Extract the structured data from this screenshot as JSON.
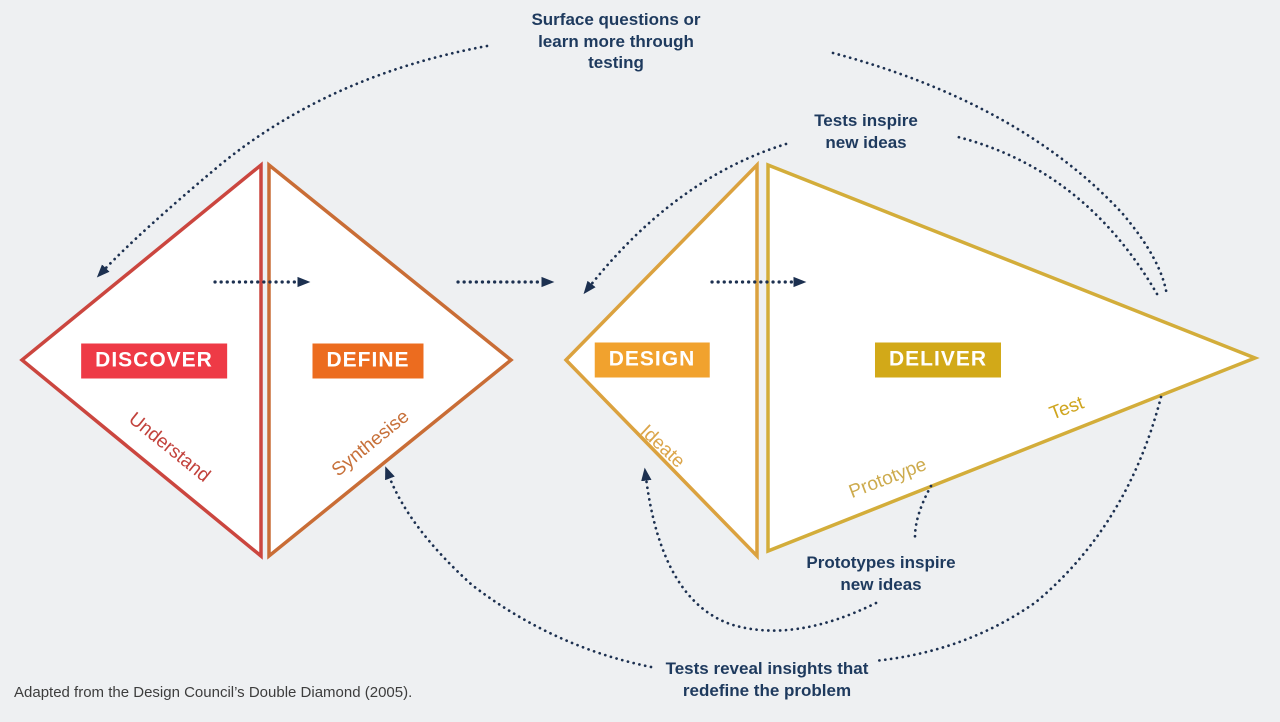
{
  "background_color": "#eef0f2",
  "arrow_color": "#1c3050",
  "annotation_text_color": "#1e3a5e",
  "phases": [
    {
      "label": "DISCOVER",
      "edge_label": "Understand",
      "box_color": "#ee3a46",
      "line_color": "#cb463f",
      "edge_text_color": "#c2423c"
    },
    {
      "label": "DEFINE",
      "edge_label": "Synthesise",
      "box_color": "#ec6c1f",
      "line_color": "#c96d36",
      "edge_text_color": "#c77039"
    },
    {
      "label": "DESIGN",
      "edge_label": "Ideate",
      "box_color": "#f1a22e",
      "line_color": "#dba23f",
      "edge_text_color": "#dba54a"
    },
    {
      "label": "DELIVER",
      "edge_labels": [
        "Prototype",
        "Test"
      ],
      "box_color": "#d2a918",
      "line_color": "#d3ad3a",
      "edge_text_colors": [
        "#cdab4e",
        "#cfa51f"
      ]
    }
  ],
  "annotations": {
    "surface_questions": {
      "text": "Surface questions or\nlearn more through\ntesting"
    },
    "tests_inspire": {
      "text": "Tests inspire\nnew ideas"
    },
    "prototypes_inspire": {
      "text": "Prototypes inspire\nnew ideas"
    },
    "tests_reveal": {
      "text": "Tests reveal insights that\nredefine the problem"
    }
  },
  "caption": {
    "text": "Adapted from the Design Council’s Double Diamond (2005)."
  }
}
